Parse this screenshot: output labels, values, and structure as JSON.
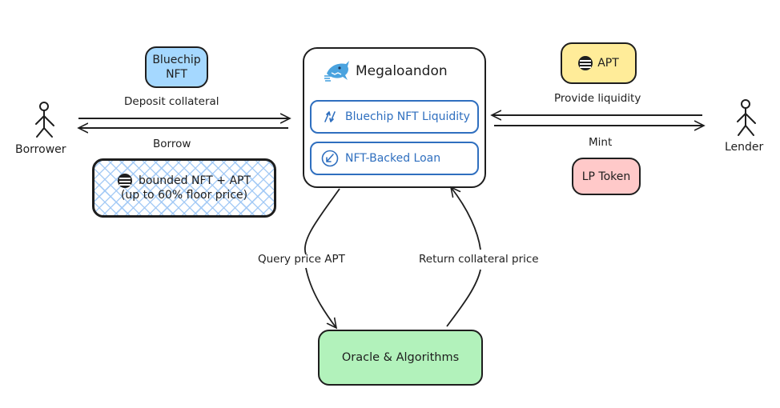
{
  "actors": {
    "borrower": "Borrower",
    "lender": "Lender"
  },
  "boxes": {
    "bluechip_nft": [
      "Bluechip",
      "NFT"
    ],
    "bounded": [
      "bounded NFT + APT",
      "(up to 60% floor price)"
    ],
    "apt": "APT",
    "lp_token": "LP Token",
    "oracle": "Oracle & Algorithms"
  },
  "platform": {
    "name": "Megaloandon",
    "features": [
      {
        "label": "Bluechip NFT Liquidity",
        "icon": "swap-arrows-icon"
      },
      {
        "label": "NFT-Backed Loan",
        "icon": "arrow-down-left-circle-icon"
      }
    ]
  },
  "edges": {
    "deposit": "Deposit collateral",
    "borrow": "Borrow",
    "provide": "Provide liquidity",
    "mint": "Mint",
    "query": "Query price APT",
    "return": "Return collateral price"
  },
  "colors": {
    "bluechip_fill": "#a5d8ff",
    "apt_fill": "#ffec99",
    "lp_fill": "#ffc9c9",
    "oracle_fill": "#b2f2bb",
    "feature_stroke": "#2f6fbf",
    "hatch": "#a5c8f5"
  }
}
